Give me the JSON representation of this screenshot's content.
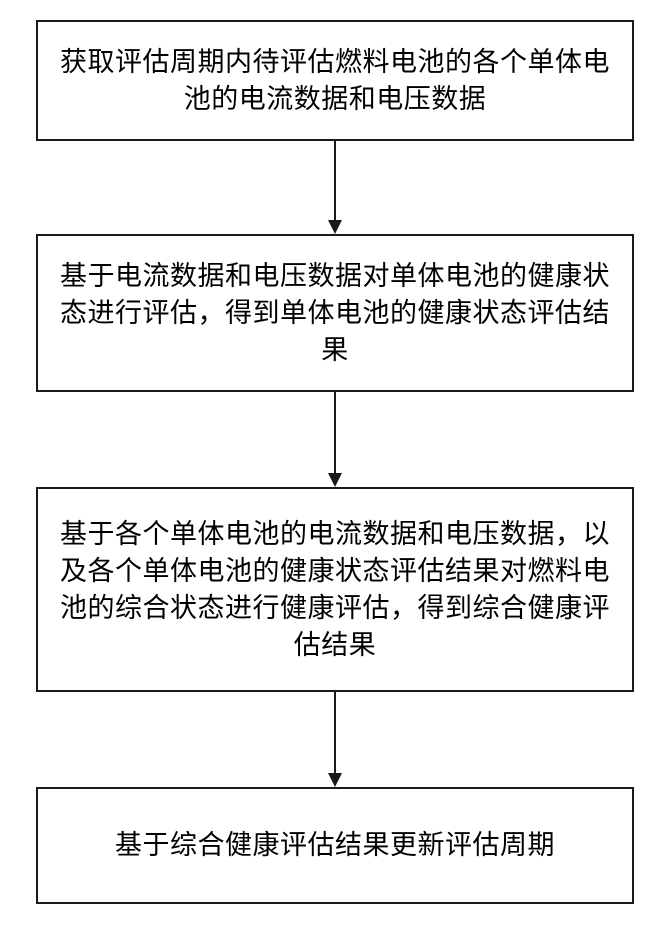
{
  "flowchart": {
    "steps": [
      {
        "text": "获取评估周期内待评估燃料电池的各个单体电池的电流数据和电压数据"
      },
      {
        "text": "基于电流数据和电压数据对单体电池的健康状态进行评估，得到单体电池的健康状态评估结果"
      },
      {
        "text": "基于各个单体电池的电流数据和电压数据，以及各个单体电池的健康状态评估结果对燃料电池的综合状态进行健康评估，得到综合健康评估结果"
      },
      {
        "text": "基于综合健康评估结果更新评估周期"
      }
    ]
  },
  "colors": {
    "line": "#1a1a1a",
    "background": "#ffffff"
  }
}
